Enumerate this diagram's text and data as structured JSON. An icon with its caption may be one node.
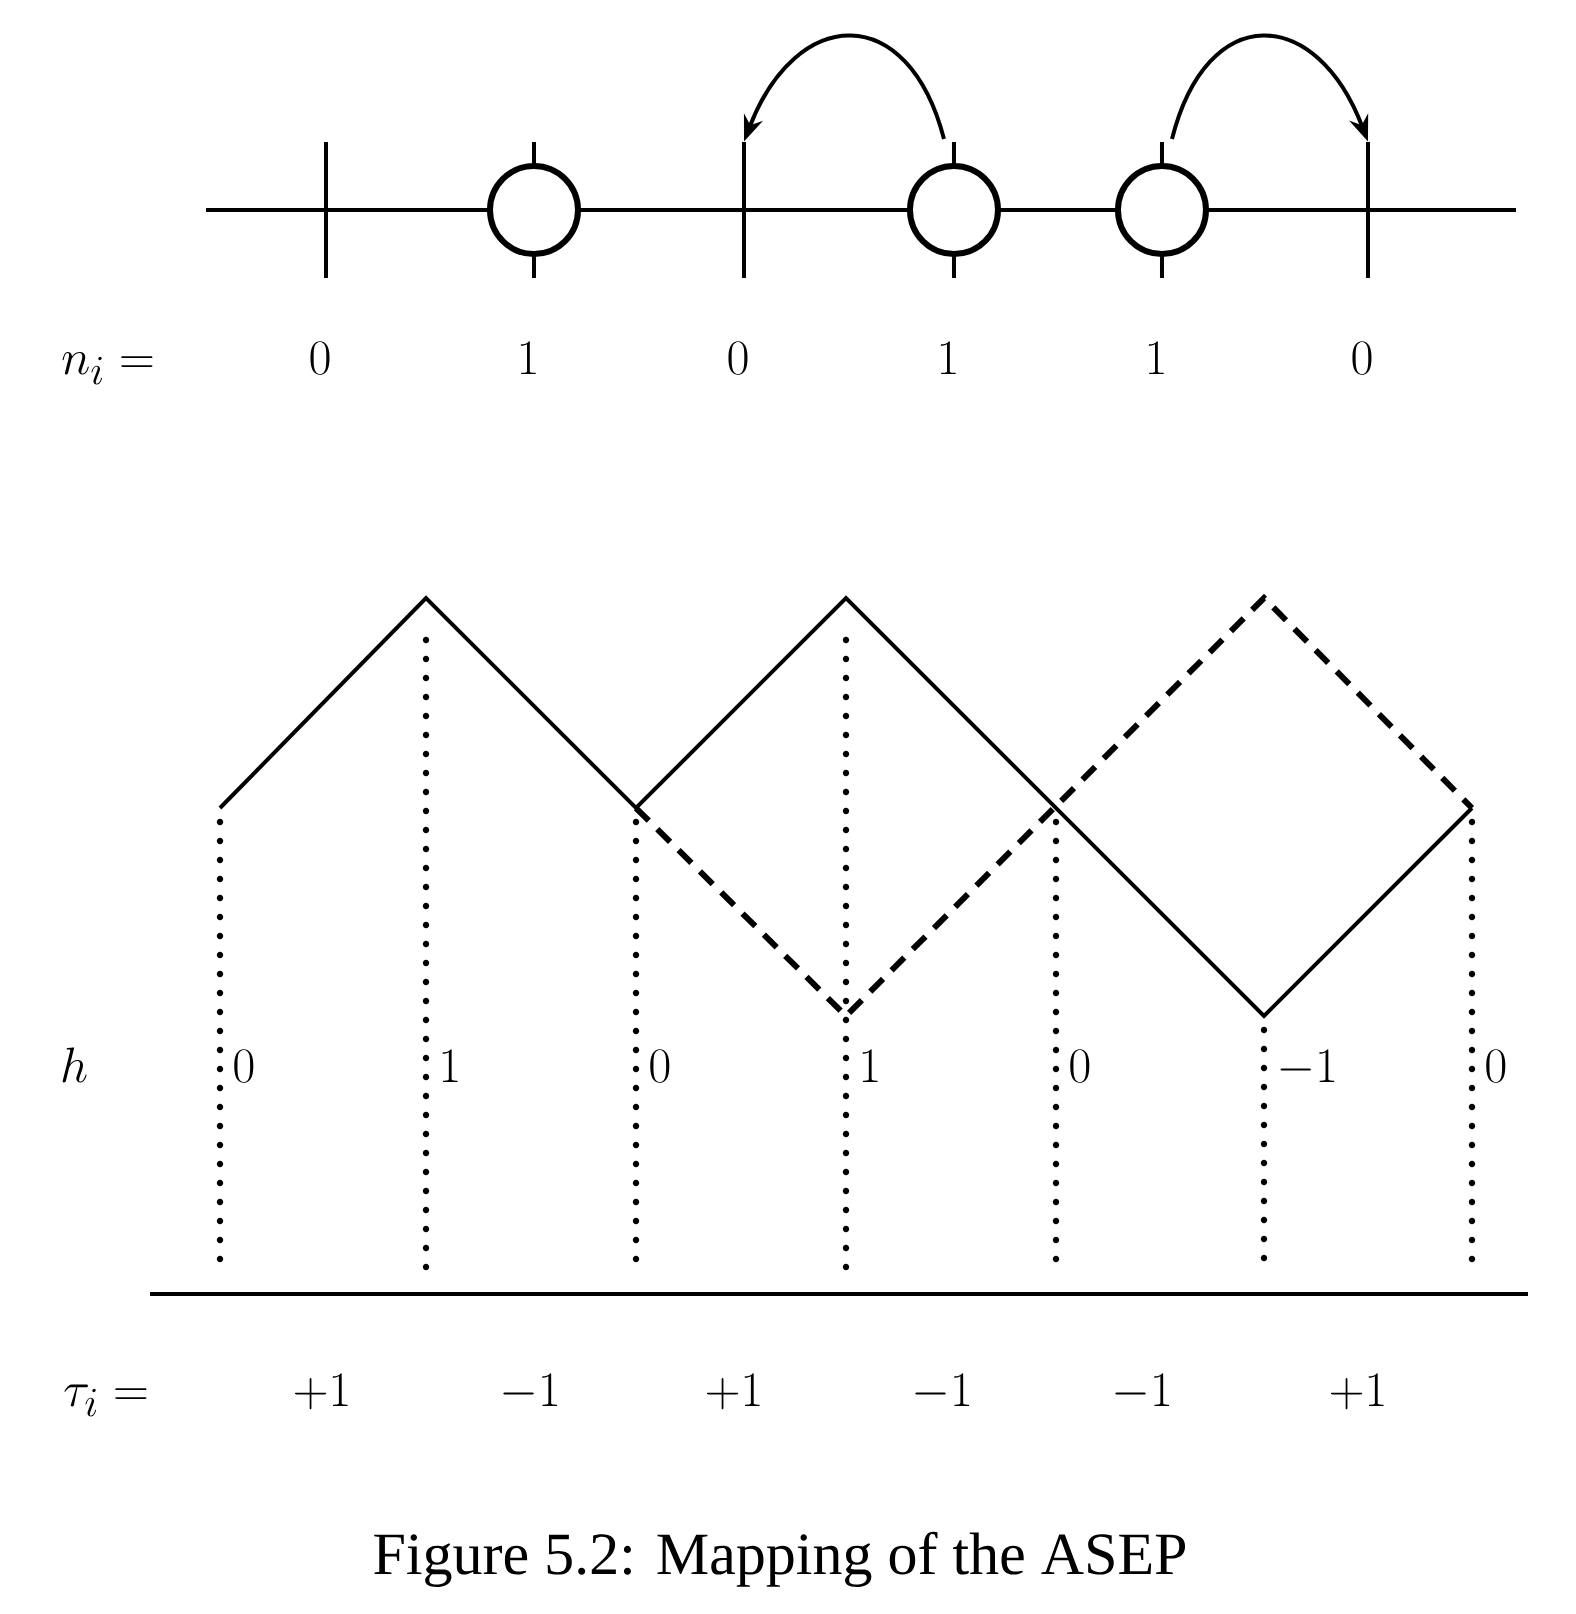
{
  "diagram": {
    "caption": "Figure 5.2: Mapping of the ASEP",
    "nodes": [
      {
        "text": [],
        "shape": "bar",
        "beside": [
          "0"
        ]
      },
      {
        "text": [],
        "shape": "circle",
        "beside": [
          "1"
        ]
      },
      {
        "text": [],
        "shape": "bar",
        "beside": [
          "0"
        ]
      },
      {
        "text": [],
        "shape": "circle",
        "beside": [
          "1"
        ]
      },
      {
        "text": [],
        "shape": "circle",
        "beside": [
          "1"
        ]
      },
      {
        "text": [],
        "shape": "bar",
        "beside": [
          "0"
        ]
      }
    ],
    "edges": [
      {
        "from": 3,
        "to": 2,
        "arrow": "to"
      },
      {
        "from": 4,
        "to": 5,
        "arrow": "to"
      }
    ],
    "labels": [
      "n_i =",
      "h",
      "0",
      "1",
      "0",
      "1",
      "0",
      "-1",
      "0",
      "\\tau_i =",
      "+1",
      "-1",
      "+1",
      "-1",
      "-1",
      "+1"
    ]
  }
}
